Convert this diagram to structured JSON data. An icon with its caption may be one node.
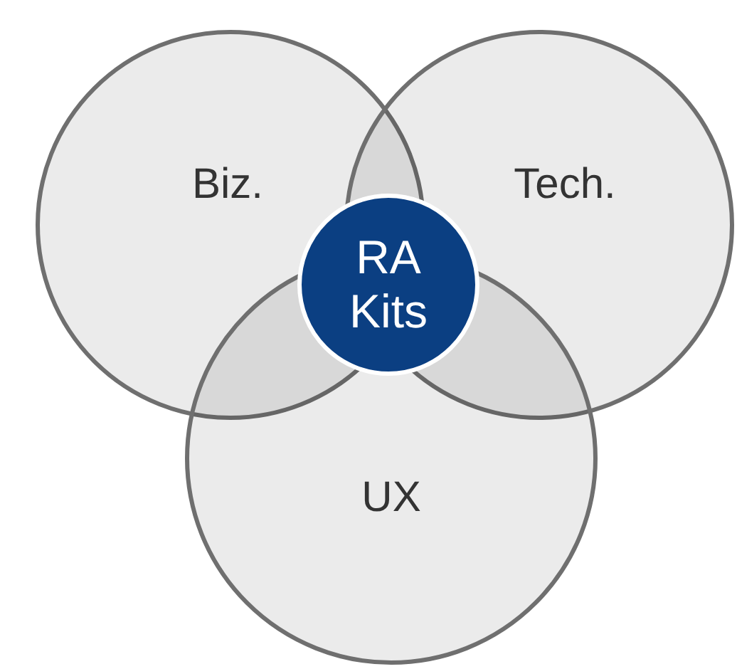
{
  "diagram": {
    "nodes": [
      {
        "text": [
          "Biz."
        ]
      },
      {
        "text": [
          "Tech."
        ]
      },
      {
        "text": [
          "UX"
        ]
      },
      {
        "text": [
          "RA Kits"
        ]
      }
    ],
    "edges": []
  }
}
